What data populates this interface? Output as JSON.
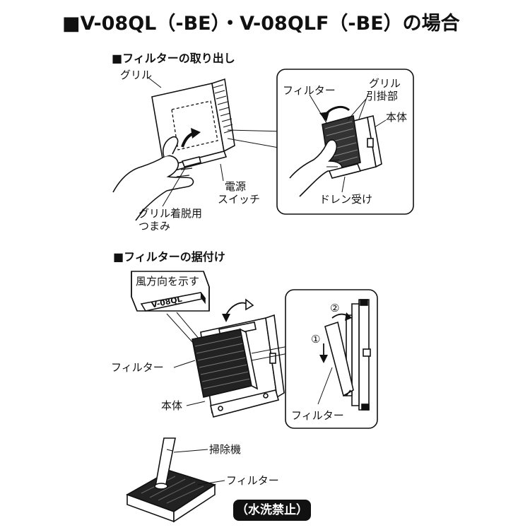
{
  "title": "■V-08QL（-BE）・V-08QLF（-BE）の場合",
  "section1": {
    "heading": "■フィルターの取り出し",
    "grill": "グリル",
    "filter": "フィルター",
    "grill_hook_1": "グリル",
    "grill_hook_2": "引掛部",
    "body": "本体",
    "power_1": "電源",
    "power_2": "スイッチ",
    "drain": "ドレン受け",
    "knob_1": "グリル着脱用",
    "knob_2": "つまみ"
  },
  "section2": {
    "heading": "■フィルターの据付け",
    "wind_direction": "風方向を示す",
    "filter_tag": "V-08QL",
    "filter": "フィルター",
    "body": "本体",
    "step1": "①",
    "step2": "②",
    "filter_detail": "フィルター"
  },
  "section3": {
    "vacuum": "掃除機",
    "filter": "フィルター",
    "no_water": "（水洗禁止）"
  }
}
